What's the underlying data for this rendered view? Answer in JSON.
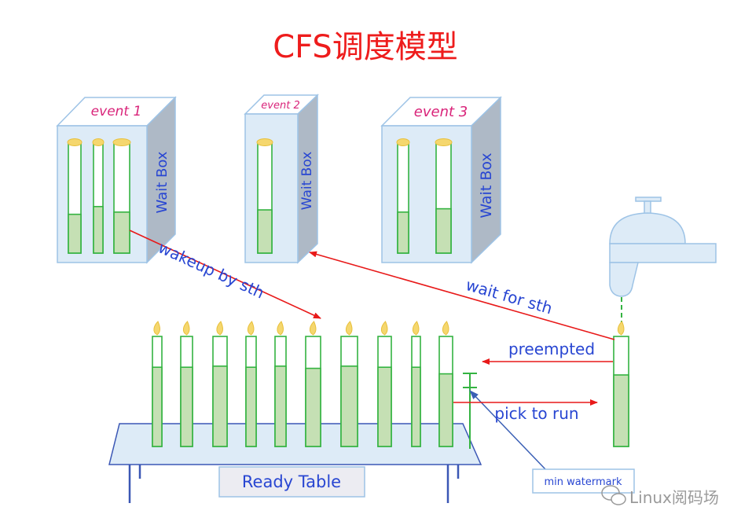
{
  "title": "CFS调度模型",
  "wait_boxes": [
    {
      "event_label": "event 1",
      "side_label": "Wait Box",
      "candles": [
        0.35,
        0.42,
        0.37
      ]
    },
    {
      "event_label": "event 2",
      "side_label": "Wait Box",
      "candles": [
        0.39
      ]
    },
    {
      "event_label": "event 3",
      "side_label": "Wait Box",
      "candles": [
        0.37,
        0.4
      ]
    }
  ],
  "ready_table": {
    "label": "Ready Table",
    "candles": [
      0.72,
      0.72,
      0.73,
      0.72,
      0.73,
      0.71,
      0.73,
      0.72,
      0.72,
      0.66
    ]
  },
  "running_candle": 0.65,
  "arrows": {
    "wakeup": "wakeup by sth",
    "wait": "wait for sth",
    "preempted": "preempted",
    "pick": "pick to run"
  },
  "min_watermark_label": "min watermark",
  "watermark": "Linux阅码场",
  "colors": {
    "title": "#ee1c1c",
    "label_blue": "#2846d2",
    "event_pink": "#d9247a",
    "arrow_red": "#e81919",
    "candle_stroke": "#34b341",
    "candle_fill": "#c5e0b4",
    "flame": "#f5d76e",
    "box_front": "#ddebf7",
    "box_side": "#aeb9c6",
    "box_stroke": "#9dc3e6",
    "table_stroke": "#3b57b5"
  }
}
